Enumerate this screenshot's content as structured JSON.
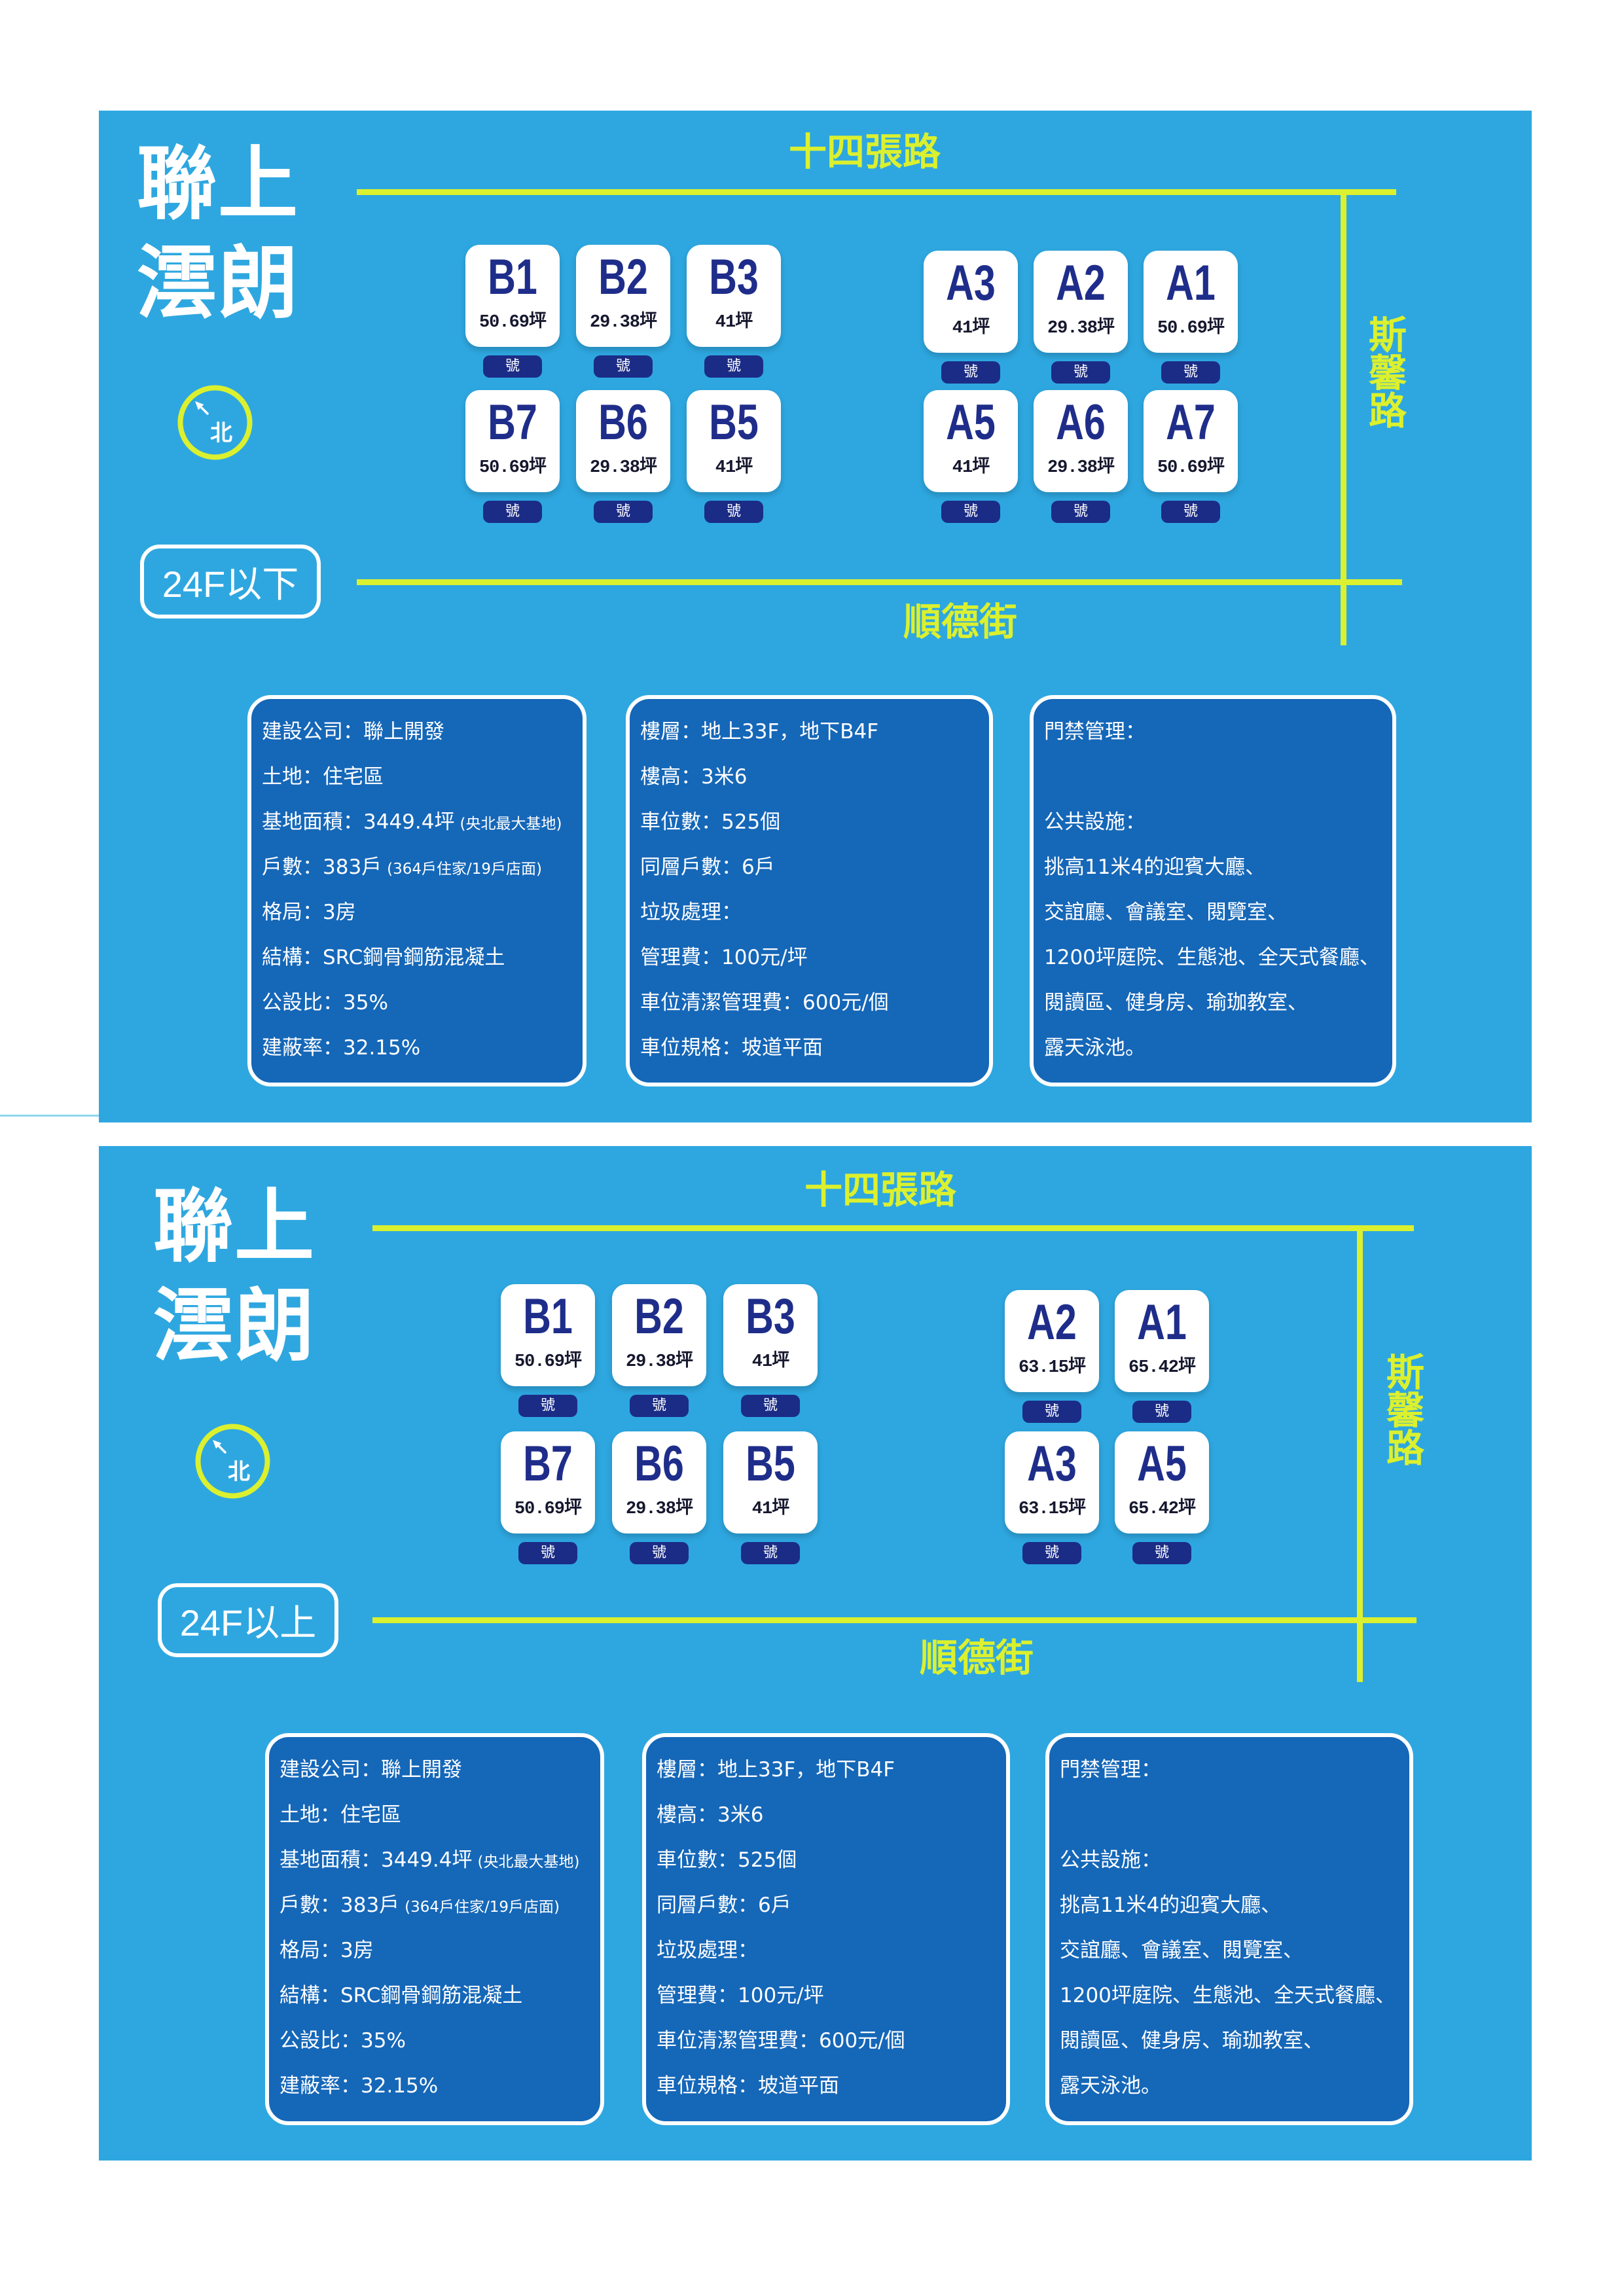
{
  "colors": {
    "page_bg": "#ffffff",
    "panel_bg": "#2ea7e0",
    "info_box_bg": "#1567b8",
    "road": "#dbf02e",
    "unit_label": "#1f2d8a",
    "unit_tag_bg": "#1b2c86",
    "edge_rule": "#8dd6ee"
  },
  "panels": [
    {
      "title": {
        "line1": "聯上",
        "line2": "澐朗"
      },
      "compass": {
        "label": "北",
        "icon": "north-arrow-icon"
      },
      "floor_range": "24F以下",
      "roads": {
        "north": "十四張路",
        "east": "斯馨路",
        "south": "順德街"
      },
      "units_west": [
        {
          "label": "B1",
          "area": "50.69坪",
          "tag": "號"
        },
        {
          "label": "B2",
          "area": "29.38坪",
          "tag": "號"
        },
        {
          "label": "B3",
          "area": "41坪",
          "tag": "號"
        },
        {
          "label": "B7",
          "area": "50.69坪",
          "tag": "號"
        },
        {
          "label": "B6",
          "area": "29.38坪",
          "tag": "號"
        },
        {
          "label": "B5",
          "area": "41坪",
          "tag": "號"
        }
      ],
      "units_east": [
        {
          "label": "A3",
          "area": "41坪",
          "tag": "號"
        },
        {
          "label": "A2",
          "area": "29.38坪",
          "tag": "號"
        },
        {
          "label": "A1",
          "area": "50.69坪",
          "tag": "號"
        },
        {
          "label": "A5",
          "area": "41坪",
          "tag": "號"
        },
        {
          "label": "A6",
          "area": "29.38坪",
          "tag": "號"
        },
        {
          "label": "A7",
          "area": "50.69坪",
          "tag": "號"
        }
      ],
      "info_boxes": [
        {
          "sections": [
            [
              {
                "text": "建設公司：聯上開發"
              },
              {
                "text": "土地：住宅區"
              },
              {
                "text": "基地面積：3449.4坪",
                "note": "(央北最大基地)"
              },
              {
                "text": "戶數：383戶",
                "note": "(364戶住家/19戶店面)"
              },
              {
                "text": "格局：3房"
              },
              {
                "text": "結構：SRC鋼骨鋼筋混凝土"
              },
              {
                "text": "公設比：35%"
              },
              {
                "text": "建蔽率：32.15%"
              }
            ]
          ]
        },
        {
          "sections": [
            [
              {
                "text": "樓層：地上33F，地下B4F"
              },
              {
                "text": "樓高：3米6"
              },
              {
                "text": "車位數：525個"
              },
              {
                "text": "同層戶數：6戶"
              },
              {
                "text": "垃圾處理："
              },
              {
                "text": "管理費：100元/坪"
              },
              {
                "text": "車位清潔管理費：600元/個"
              },
              {
                "text": "車位規格：坡道平面"
              }
            ]
          ]
        },
        {
          "sections": [
            [
              {
                "text": "門禁管理："
              }
            ],
            [
              {
                "text": "公共設施："
              },
              {
                "text": "挑高11米4的迎賓大廳、"
              },
              {
                "text": "交誼廳、會議室、閱覽室、"
              },
              {
                "text": "1200坪庭院、生態池、全天式餐廳、"
              },
              {
                "text": "閱讀區、健身房、瑜珈教室、"
              },
              {
                "text": "露天泳池。"
              }
            ]
          ]
        }
      ]
    },
    {
      "title": {
        "line1": "聯上",
        "line2": "澐朗"
      },
      "compass": {
        "label": "北",
        "icon": "north-arrow-icon"
      },
      "floor_range": "24F以上",
      "roads": {
        "north": "十四張路",
        "east": "斯馨路",
        "south": "順德街"
      },
      "units_west": [
        {
          "label": "B1",
          "area": "50.69坪",
          "tag": "號"
        },
        {
          "label": "B2",
          "area": "29.38坪",
          "tag": "號"
        },
        {
          "label": "B3",
          "area": "41坪",
          "tag": "號"
        },
        {
          "label": "B7",
          "area": "50.69坪",
          "tag": "號"
        },
        {
          "label": "B6",
          "area": "29.38坪",
          "tag": "號"
        },
        {
          "label": "B5",
          "area": "41坪",
          "tag": "號"
        }
      ],
      "units_east": [
        {
          "label": "A2",
          "area": "63.15坪",
          "tag": "號"
        },
        {
          "label": "A1",
          "area": "65.42坪",
          "tag": "號"
        },
        {
          "label": "A3",
          "area": "63.15坪",
          "tag": "號"
        },
        {
          "label": "A5",
          "area": "65.42坪",
          "tag": "號"
        }
      ],
      "info_boxes": [
        {
          "sections": [
            [
              {
                "text": "建設公司：聯上開發"
              },
              {
                "text": "土地：住宅區"
              },
              {
                "text": "基地面積：3449.4坪",
                "note": "(央北最大基地)"
              },
              {
                "text": "戶數：383戶",
                "note": "(364戶住家/19戶店面)"
              },
              {
                "text": "格局：3房"
              },
              {
                "text": "結構：SRC鋼骨鋼筋混凝土"
              },
              {
                "text": "公設比：35%"
              },
              {
                "text": "建蔽率：32.15%"
              }
            ]
          ]
        },
        {
          "sections": [
            [
              {
                "text": "樓層：地上33F，地下B4F"
              },
              {
                "text": "樓高：3米6"
              },
              {
                "text": "車位數：525個"
              },
              {
                "text": "同層戶數：6戶"
              },
              {
                "text": "垃圾處理："
              },
              {
                "text": "管理費：100元/坪"
              },
              {
                "text": "車位清潔管理費：600元/個"
              },
              {
                "text": "車位規格：坡道平面"
              }
            ]
          ]
        },
        {
          "sections": [
            [
              {
                "text": "門禁管理："
              }
            ],
            [
              {
                "text": "公共設施："
              },
              {
                "text": "挑高11米4的迎賓大廳、"
              },
              {
                "text": "交誼廳、會議室、閱覽室、"
              },
              {
                "text": "1200坪庭院、生態池、全天式餐廳、"
              },
              {
                "text": "閱讀區、健身房、瑜珈教室、"
              },
              {
                "text": "露天泳池。"
              }
            ]
          ]
        }
      ]
    }
  ]
}
